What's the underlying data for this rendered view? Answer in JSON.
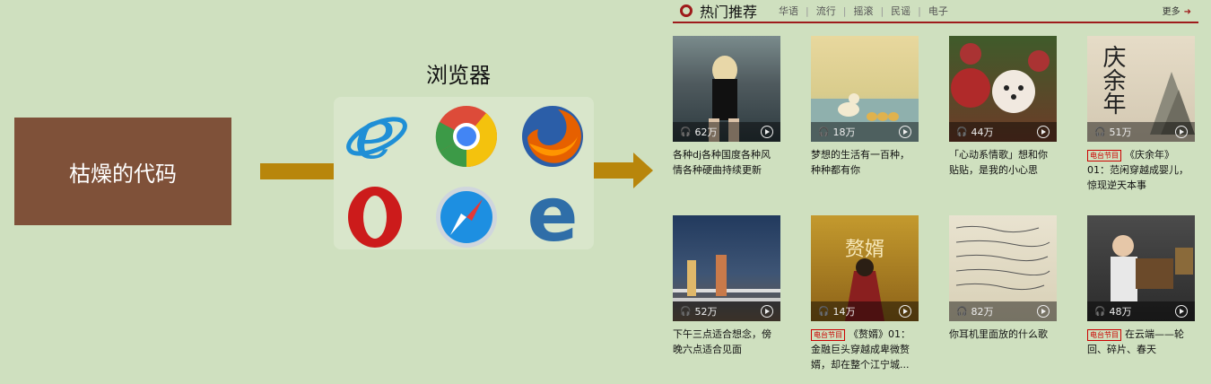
{
  "left": {
    "code_label": "枯燥的代码",
    "browser_title": "浏览器"
  },
  "browser_icons": [
    "ie-icon",
    "chrome-icon",
    "firefox-icon",
    "opera-icon",
    "safari-icon",
    "edge-icon"
  ],
  "panel": {
    "title": "热门推荐",
    "tags": [
      "华语",
      "流行",
      "摇滚",
      "民谣",
      "电子"
    ],
    "more": "更多",
    "cards": [
      {
        "count": "62万",
        "text": "各种dj各种国度各种风情各种硬曲持续更新",
        "badge": ""
      },
      {
        "count": "18万",
        "text": "梦想的生活有一百种，种种都有你",
        "badge": ""
      },
      {
        "count": "44万",
        "text": "「心动系情歌」想和你贴贴，是我的小心思",
        "badge": ""
      },
      {
        "count": "51万",
        "text": "《庆余年》01：范闲穿越成婴儿，惊现逆天本事",
        "badge": "电台节目"
      },
      {
        "count": "52万",
        "text": "下午三点适合想念，傍晚六点适合见面",
        "badge": ""
      },
      {
        "count": "14万",
        "text": "《赘婿》01：金融巨头穿越成卑微赘婿，却在整个江宁城...",
        "badge": "电台节目"
      },
      {
        "count": "82万",
        "text": "你耳机里面放的什么歌",
        "badge": ""
      },
      {
        "count": "48万",
        "text": "在云端——轮回、碎片、春天",
        "badge": "电台节目"
      }
    ]
  },
  "thumb_overlays": {
    "t4": "庆余年",
    "t6": "赘婿"
  },
  "colors": {
    "bg": "#cfe0bf",
    "code_box": "#7f5139",
    "connector": "#b8860b",
    "accent": "#9e1b1b"
  }
}
